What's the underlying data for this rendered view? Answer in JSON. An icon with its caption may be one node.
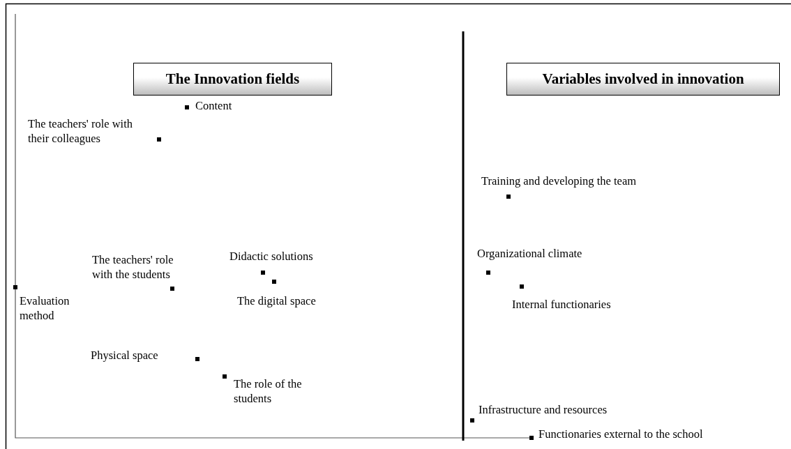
{
  "diagram": {
    "nodes": [
      {
        "text": [
          "The Innovation fields"
        ]
      },
      {
        "text": [
          "Variables involved in innovation"
        ]
      }
    ],
    "labels": [
      "Content",
      "The teachers' role with their colleagues",
      "Training and developing the team",
      "Didactic solutions",
      "The teachers' role with the students",
      "Organizational climate",
      "Evaluation method",
      "The digital space",
      "Internal functionaries",
      "Physical space",
      "The role of the students",
      "Infrastructure and resources",
      "Functionaries external to the school"
    ]
  }
}
